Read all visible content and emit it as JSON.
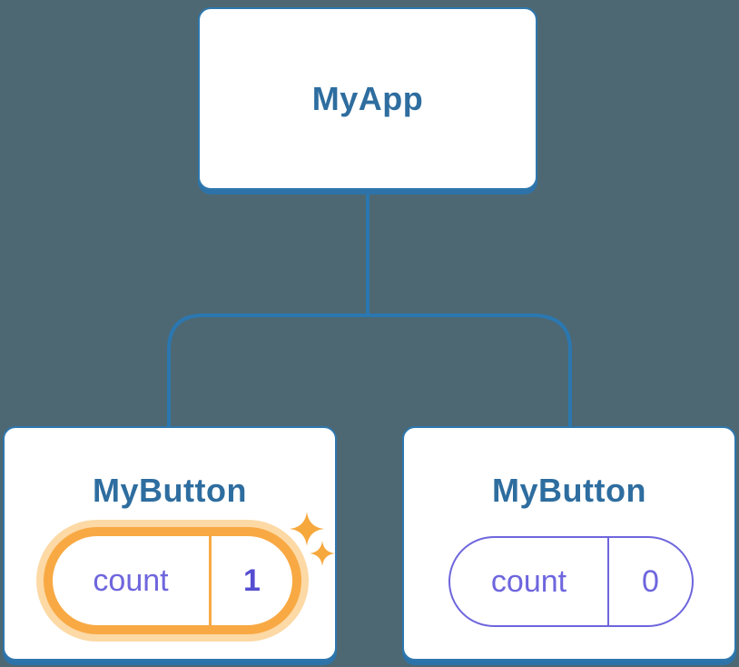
{
  "diagram": {
    "description": "React component tree diagram",
    "tree": {
      "root": {
        "label": "MyApp"
      },
      "children": [
        {
          "label": "MyButton",
          "highlighted": true,
          "state": {
            "key": "count",
            "value": "1"
          }
        },
        {
          "label": "MyButton",
          "highlighted": false,
          "state": {
            "key": "count",
            "value": "0"
          }
        }
      ]
    },
    "colors": {
      "background": "#4d6873",
      "connector_blue": "#2b77b0",
      "node_border_blue": "#2e77ae",
      "label_text_blue": "#2e6d9f",
      "state_purple": "#6e66dd",
      "state_value_purple_bold": "#554dd1",
      "highlight_orange": "#f8a943",
      "highlight_halo_orange": "#fcd9a5",
      "sparkle_orange": "#f6a83d"
    }
  }
}
